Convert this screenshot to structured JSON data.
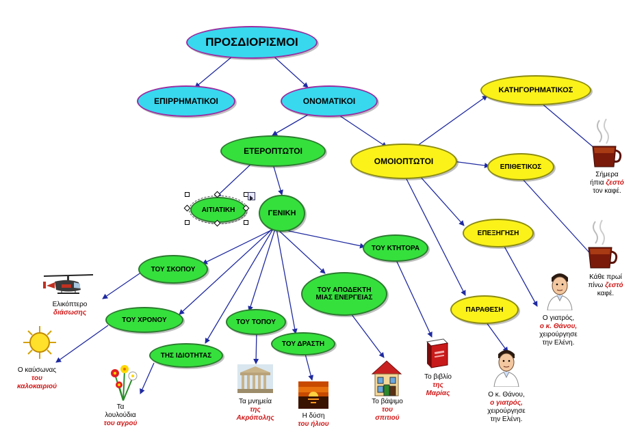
{
  "nodes": {
    "prosdiorismoi": "ΠΡΟΣΔΙΟΡΙΣΜΟΙ",
    "epirrimatikoi": "ΕΠΙΡΡΗΜΑΤΙΚΟΙ",
    "onomatikoi": "ΟΝΟΜΑΤΙΚΟΙ",
    "eteroptotoi": "ΕΤΕΡΟΠΤΩΤΟΙ",
    "omoioptotoi": "ΟΜΟΙΟΠΤΩΤΟΙ",
    "katigorimatikos": "ΚΑΤΗΓΟΡΗΜΑΤΙΚΟΣ",
    "epithetikos": "ΕΠΙΘΕΤΙΚΟΣ",
    "epexigisi": "ΕΠΕΞΗΓΗΣΗ",
    "parathesi": "ΠΑΡΑΘΕΣΗ",
    "aitiatiki": "ΑΙΤΙΑΤΙΚΗ",
    "geniki": "ΓΕΝΙΚΗ",
    "tou_ktitora": "ΤΟΥ ΚΤΗΤΟΡΑ",
    "tou_skopou": "ΤΟΥ ΣΚΟΠΟΥ",
    "tou_apodekti_1": "ΤΟΥ ΑΠΟΔΕΚΤΗ",
    "tou_apodekti_2": "ΜΙΑΣ ΕΝΕΡΓΕΙΑΣ",
    "tou_xronou": "ΤΟΥ ΧΡΟΝΟΥ",
    "tou_topou": "ΤΟΥ ΤΟΠΟΥ",
    "tou_drasti": "ΤΟΥ ΔΡΑΣΤΗ",
    "tis_idiotitas": "ΤΗΣ ΙΔΙΟΤΗΤΑΣ"
  },
  "captions": {
    "coffee1": {
      "l1": "Σήμερα",
      "l2": "ήπια",
      "hl": "ζεστό",
      "l3": "τον καφέ."
    },
    "coffee2": {
      "l1": "Κάθε πρωί",
      "l2": "πίνω",
      "hl": "ζεστό",
      "l3": "καφέ."
    },
    "doctor1": {
      "l1": "Ο γιατρός,",
      "hl": "ο κ. Θάνου,",
      "l2": "χειρούργησε",
      "l3": "την Ελένη."
    },
    "doctor2": {
      "l1": "Ο κ. Θάνου,",
      "hl": "ο γιατρός,",
      "l2": "χειρούργησε",
      "l3": "την Ελένη."
    },
    "helicopter": {
      "l1": "Ελικόπτερο",
      "hl": "διάσωσης"
    },
    "sun": {
      "l1": "Ο καύσωνας",
      "hl1": "του",
      "hl2": "καλοκαιριού"
    },
    "flowers": {
      "l1": "Τα",
      "l2": "λουλούδια",
      "hl": "του αγρού"
    },
    "acropolis": {
      "l1": "Τα μνημεία",
      "hl1": "της",
      "hl2": "Ακρόπολης"
    },
    "sunset": {
      "l1": "Η δύση",
      "hl": "του ήλιου"
    },
    "house": {
      "l1": "Το βάψιμο",
      "hl1": "του",
      "hl2": "σπιτιού"
    },
    "book": {
      "l1": "Το βιβλίο",
      "hl1": "της",
      "hl2": "Μαρίας"
    }
  },
  "colors": {
    "cyan": "#38d8ef",
    "green": "#35e03d",
    "yellow": "#fbf219",
    "arrow": "#1f2aa0",
    "highlight": "#d01818"
  },
  "icons": [
    "helicopter-icon",
    "sun-icon",
    "flowers-icon",
    "acropolis-icon",
    "sunset-icon",
    "house-icon",
    "book-icon",
    "coffee-cup-icon",
    "doctor-icon"
  ]
}
